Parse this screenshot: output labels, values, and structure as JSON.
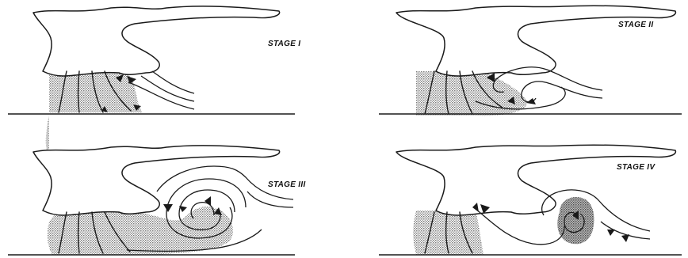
{
  "panels": [
    {
      "id": "stage-1",
      "label": "STAGE I"
    },
    {
      "id": "stage-2",
      "label": "STAGE II"
    },
    {
      "id": "stage-3",
      "label": "STAGE III"
    },
    {
      "id": "stage-4",
      "label": "STAGE IV"
    }
  ],
  "colors": {
    "ink": "#1a1a1a",
    "stipple": "#9a9a9a",
    "background": "#ffffff"
  }
}
